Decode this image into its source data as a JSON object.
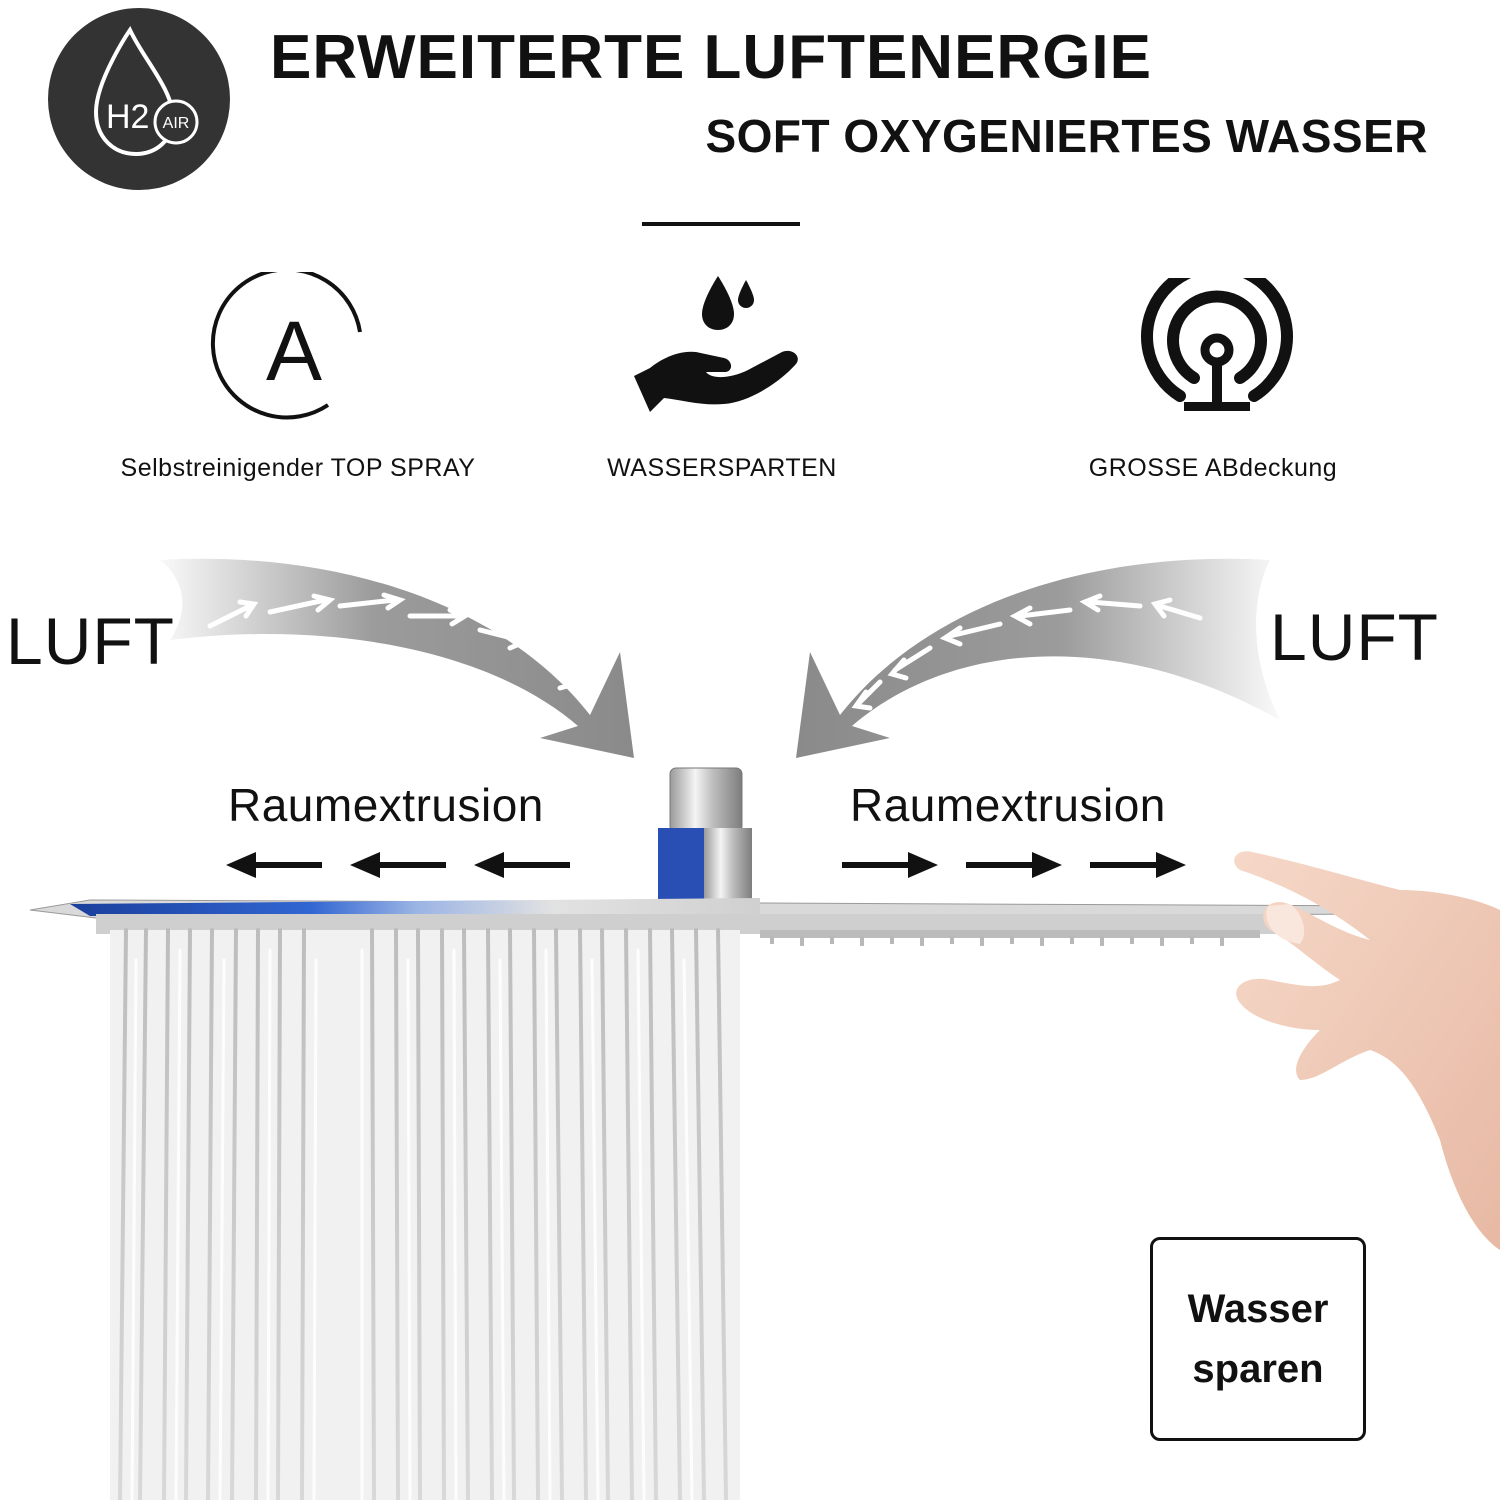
{
  "header": {
    "logo": {
      "icon": "h2-air-droplet-icon",
      "h2_text": "H2",
      "air_text": "AIR",
      "background": "#333333"
    },
    "title": "ERWEITERTE LUFTENERGIE",
    "subtitle": "SOFT OXYGENIERTES WASSER"
  },
  "features": [
    {
      "icon": "circled-a-icon",
      "label": "Selbstreinigender TOP SPRAY",
      "icon_letter": "A"
    },
    {
      "icon": "water-drops-hand-icon",
      "label": "WASSERSPARTEN"
    },
    {
      "icon": "antenna-signal-icon",
      "label": "GROSSE ABdeckung"
    }
  ],
  "airflow": {
    "left_label": "LUFT",
    "right_label": "LUFT",
    "left_caption": "Raumextrusion",
    "right_caption": "Raumextrusion",
    "arrow_color": "#8a8a8a"
  },
  "badge": {
    "line1": "Wasser",
    "line2": "sparen"
  },
  "colors": {
    "accent_blue": "#1f4fb0",
    "chrome": "#c8c8c8"
  }
}
